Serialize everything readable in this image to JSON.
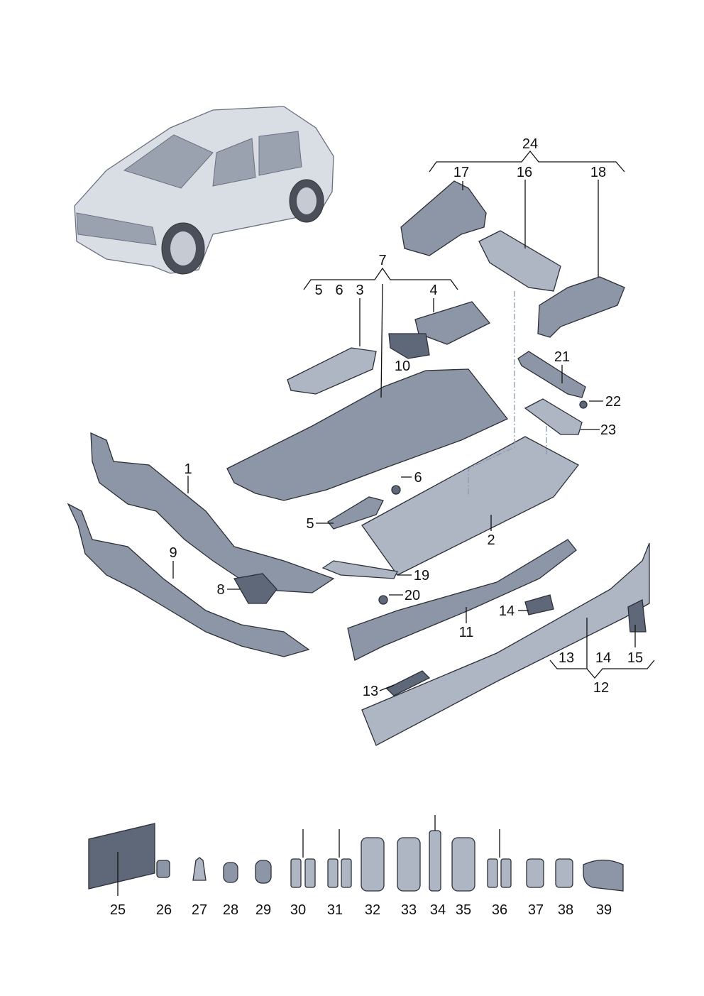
{
  "diagram": {
    "callouts": [
      "24",
      "17",
      "16",
      "18",
      "7",
      "5",
      "6",
      "3",
      "4",
      "10",
      "21",
      "22",
      "23",
      "1",
      "6",
      "5",
      "2",
      "9",
      "19",
      "8",
      "20",
      "14",
      "11",
      "13",
      "14",
      "15",
      "12",
      "13"
    ],
    "consumables": [
      "25",
      "26",
      "27",
      "28",
      "29",
      "30",
      "31",
      "32",
      "33",
      "34",
      "35",
      "36",
      "37",
      "38",
      "39"
    ]
  }
}
